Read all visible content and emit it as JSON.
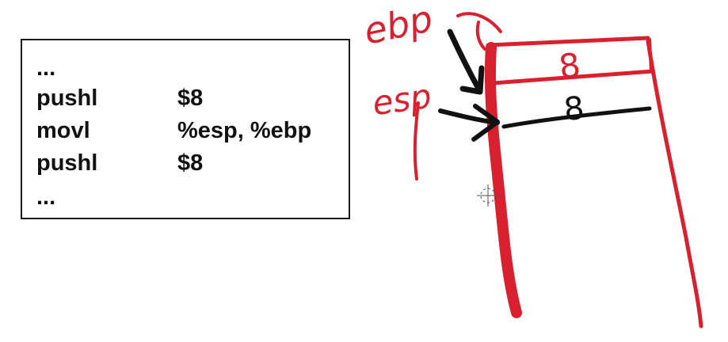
{
  "code": {
    "lines": [
      {
        "mnemonic": "...",
        "operand": ""
      },
      {
        "mnemonic": "pushl",
        "operand": "$8"
      },
      {
        "mnemonic": "movl",
        "operand": "%esp, %ebp"
      },
      {
        "mnemonic": "pushl",
        "operand": "$8"
      },
      {
        "mnemonic": "...",
        "operand": ""
      }
    ]
  },
  "sketch": {
    "labels": {
      "ebp": "ebp",
      "esp": "esp"
    },
    "slots": [
      "8",
      "8"
    ],
    "colors": {
      "ink_red": "#d9202e",
      "ink_black": "#111111"
    }
  }
}
